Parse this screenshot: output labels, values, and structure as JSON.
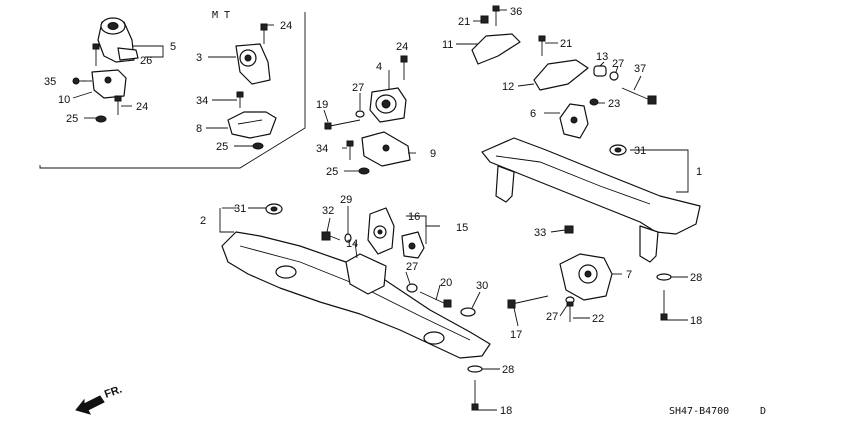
{
  "diagram": {
    "mt_label": "M T",
    "code": "SH47-B4700",
    "code_suffix": "D",
    "fr_label": "FR.",
    "callouts": {
      "c1": "1",
      "c2": "2",
      "c3": "3",
      "c4": "4",
      "c5": "5",
      "c6": "6",
      "c7": "7",
      "c8": "8",
      "c9": "9",
      "c10": "10",
      "c11": "11",
      "c12": "12",
      "c13": "13",
      "c14": "14",
      "c15": "15",
      "c16": "16",
      "c17": "17",
      "c18a": "18",
      "c18b": "18",
      "c19": "19",
      "c20": "20",
      "c21a": "21",
      "c21b": "21",
      "c22": "22",
      "c23": "23",
      "c24a": "24",
      "c24b": "24",
      "c24c": "24",
      "c25a": "25",
      "c25b": "25",
      "c25c": "25",
      "c26": "26",
      "c27a": "27",
      "c27b": "27",
      "c27c": "27",
      "c27d": "27",
      "c28a": "28",
      "c28b": "28",
      "c29": "29",
      "c30": "30",
      "c31a": "31",
      "c31b": "31",
      "c32": "32",
      "c33": "33",
      "c34a": "34",
      "c34b": "34",
      "c35": "35",
      "c36": "36",
      "c37": "37"
    }
  }
}
